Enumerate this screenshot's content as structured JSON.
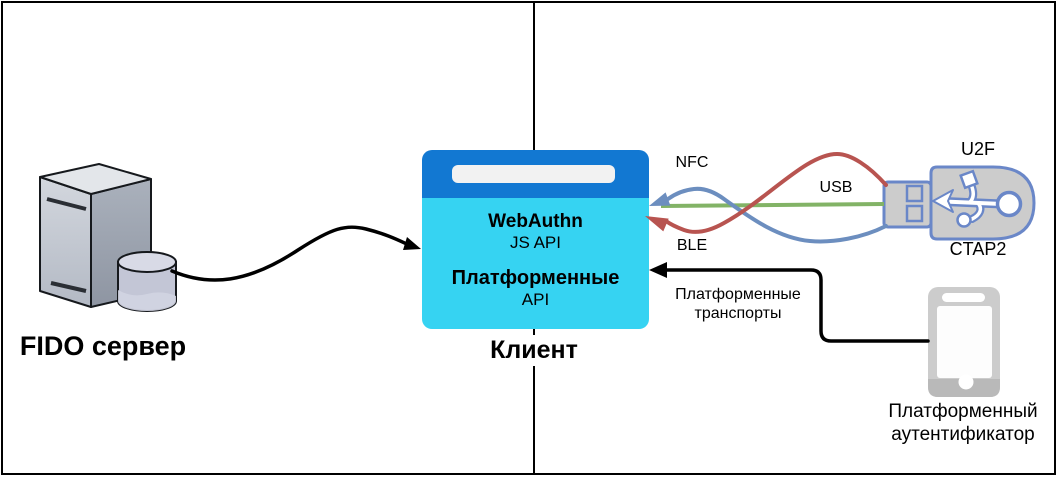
{
  "diagram": {
    "server": {
      "label": "FIDO сервер"
    },
    "client": {
      "label": "Клиент",
      "api1_title": "WebAuthn",
      "api1_sub": "JS API",
      "api2_title": "Платформенные",
      "api2_sub": "API"
    },
    "transports": {
      "nfc_label": "NFC",
      "usb_label": "USB",
      "ble_label": "BLE",
      "platform_label_line1": "Платформенные",
      "platform_label_line2": "транспорты"
    },
    "roaming_authenticator": {
      "top_label": "U2F",
      "bottom_label": "CTAP2"
    },
    "platform_authenticator": {
      "label_line1": "Платформенный",
      "label_line2": "аутентификатор"
    },
    "colors": {
      "nfc_line": "#b85450",
      "usb_line": "#82b366",
      "ble_line": "#6c8ebf",
      "black_line": "#000000",
      "client_header": "#1278d2",
      "client_body": "#36d3f2",
      "address_bar": "#f2f2f2",
      "device_gray": "#cccccc",
      "key_outline": "#6a87c8"
    }
  }
}
